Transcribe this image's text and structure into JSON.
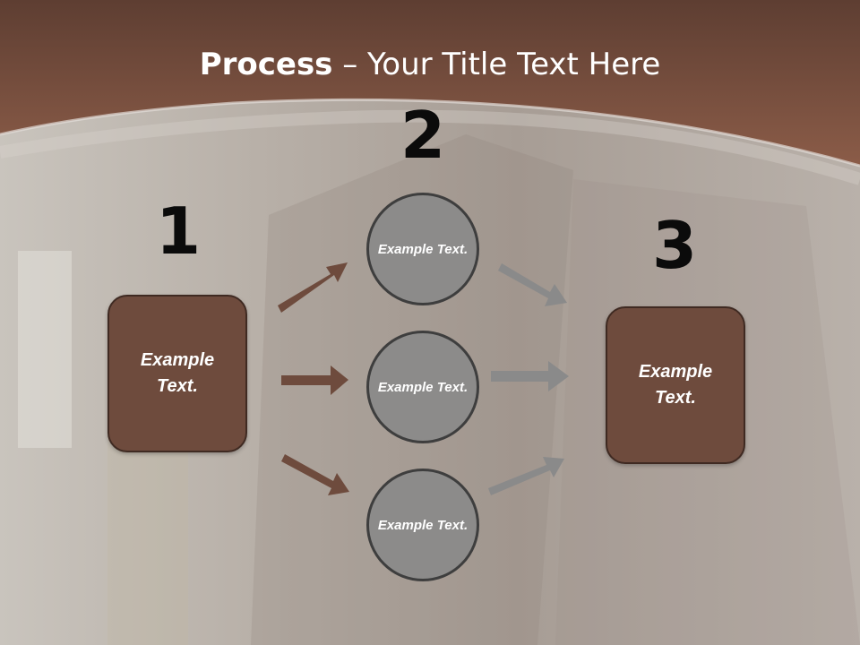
{
  "title": {
    "bold": "Process",
    "rest": " – Your Title Text Here"
  },
  "steps": [
    {
      "number": "1",
      "text": "Example Text."
    },
    {
      "number": "2",
      "items": [
        "Example Text.",
        "Example Text.",
        "Example Text."
      ]
    },
    {
      "number": "3",
      "text": "Example Text."
    }
  ],
  "colors": {
    "header": "#7a5040",
    "box_fill": "#6e4b3d",
    "circle_fill": "#8c8b8a",
    "arrow_brown": "#6e4b3d",
    "arrow_gray": "#8a8a8a"
  }
}
